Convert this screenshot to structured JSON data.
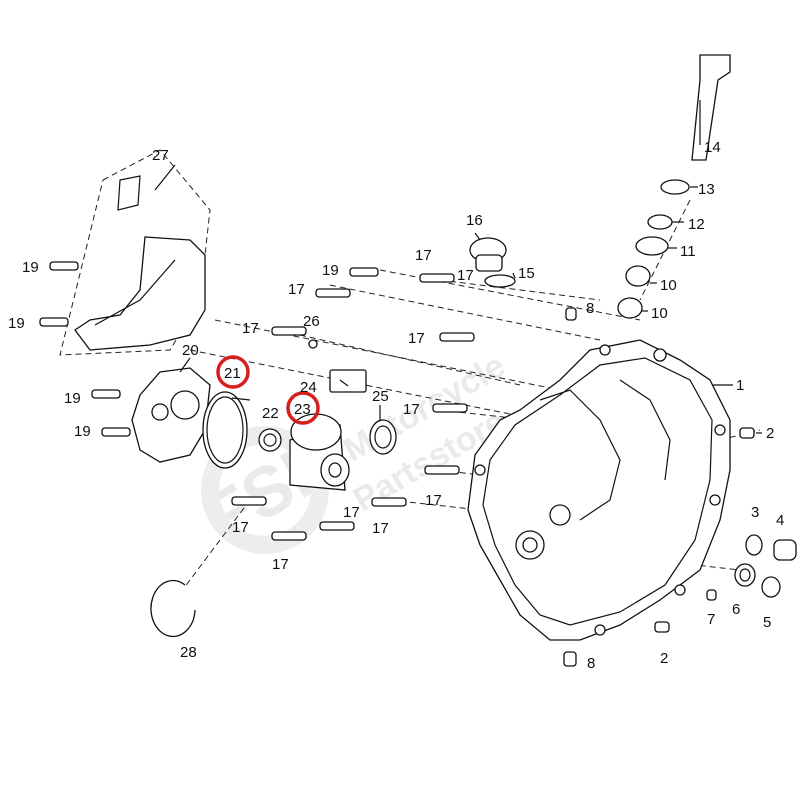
{
  "watermark": {
    "line1": "Motorcycle",
    "line2": "Partsstore",
    "brand": "FSP"
  },
  "callouts": [
    {
      "id": "c1",
      "text": "1"
    },
    {
      "id": "c2a",
      "text": "2"
    },
    {
      "id": "c2b",
      "text": "2"
    },
    {
      "id": "c3",
      "text": "3"
    },
    {
      "id": "c4",
      "text": "4"
    },
    {
      "id": "c5",
      "text": "5"
    },
    {
      "id": "c6",
      "text": "6"
    },
    {
      "id": "c7",
      "text": "7"
    },
    {
      "id": "c8a",
      "text": "8"
    },
    {
      "id": "c8b",
      "text": "8"
    },
    {
      "id": "c10a",
      "text": "10"
    },
    {
      "id": "c10b",
      "text": "10"
    },
    {
      "id": "c11",
      "text": "11"
    },
    {
      "id": "c12",
      "text": "12"
    },
    {
      "id": "c13",
      "text": "13"
    },
    {
      "id": "c14",
      "text": "14"
    },
    {
      "id": "c15",
      "text": "15"
    },
    {
      "id": "c16",
      "text": "16"
    },
    {
      "id": "c17a",
      "text": "17"
    },
    {
      "id": "c17b",
      "text": "17"
    },
    {
      "id": "c17c",
      "text": "17"
    },
    {
      "id": "c17d",
      "text": "17"
    },
    {
      "id": "c17e",
      "text": "17"
    },
    {
      "id": "c17f",
      "text": "17"
    },
    {
      "id": "c17g",
      "text": "17"
    },
    {
      "id": "c17h",
      "text": "17"
    },
    {
      "id": "c17i",
      "text": "17"
    },
    {
      "id": "c17j",
      "text": "17"
    },
    {
      "id": "c17k",
      "text": "17"
    },
    {
      "id": "c19a",
      "text": "19"
    },
    {
      "id": "c19b",
      "text": "19"
    },
    {
      "id": "c19c",
      "text": "19"
    },
    {
      "id": "c19d",
      "text": "19"
    },
    {
      "id": "c19e",
      "text": "19"
    },
    {
      "id": "c20",
      "text": "20"
    },
    {
      "id": "c21",
      "text": "21"
    },
    {
      "id": "c22",
      "text": "22"
    },
    {
      "id": "c23",
      "text": "23"
    },
    {
      "id": "c24",
      "text": "24"
    },
    {
      "id": "c25",
      "text": "25"
    },
    {
      "id": "c26",
      "text": "26"
    },
    {
      "id": "c27",
      "text": "27"
    },
    {
      "id": "c28",
      "text": "28"
    }
  ],
  "highlighted": [
    "21",
    "23"
  ],
  "colors": {
    "highlight": "#d61f1f",
    "line": "#111111",
    "watermark": "#e8e8e8"
  }
}
